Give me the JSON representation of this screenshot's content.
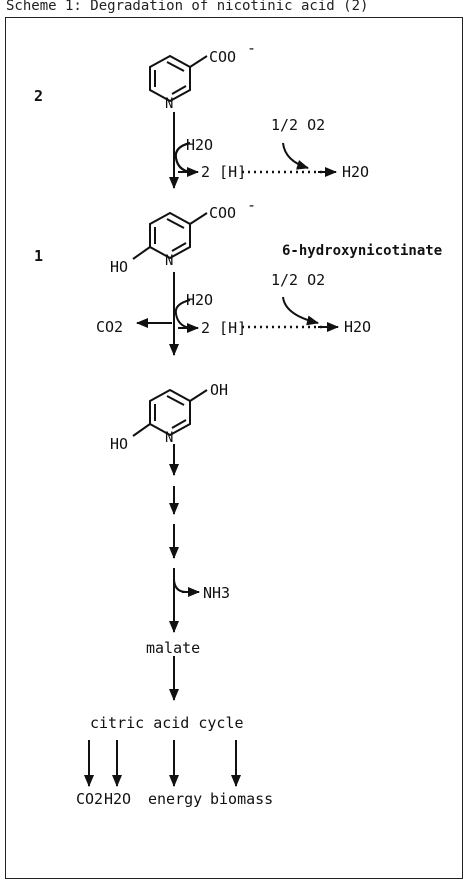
{
  "header": "Scheme 1: Degradation of nicotinic acid (2)",
  "labels": {
    "step2_num": "2",
    "step1_num": "1",
    "coo1": "COO",
    "coo2": "COO",
    "minus": "-",
    "n": "N",
    "ho": "HO",
    "oh": "OH",
    "h2o_in1": "H2O",
    "h2o_in2": "H2O",
    "two_h1": "2 [H]",
    "two_h2": "2 [H]",
    "half_o2_1": "1/2 O2",
    "half_o2_2": "1/2 O2",
    "h2o_out1": "H2O",
    "h2o_out2": "H2O",
    "co2_out": "CO2",
    "nh3": "NH3",
    "compound_name": "6-hydroxynicotinate",
    "malate": "malate",
    "cycle": "citric acid cycle",
    "prod_co2": "CO2",
    "prod_h2o": "H2O",
    "prod_energy": "energy",
    "prod_biomass": "biomass"
  }
}
